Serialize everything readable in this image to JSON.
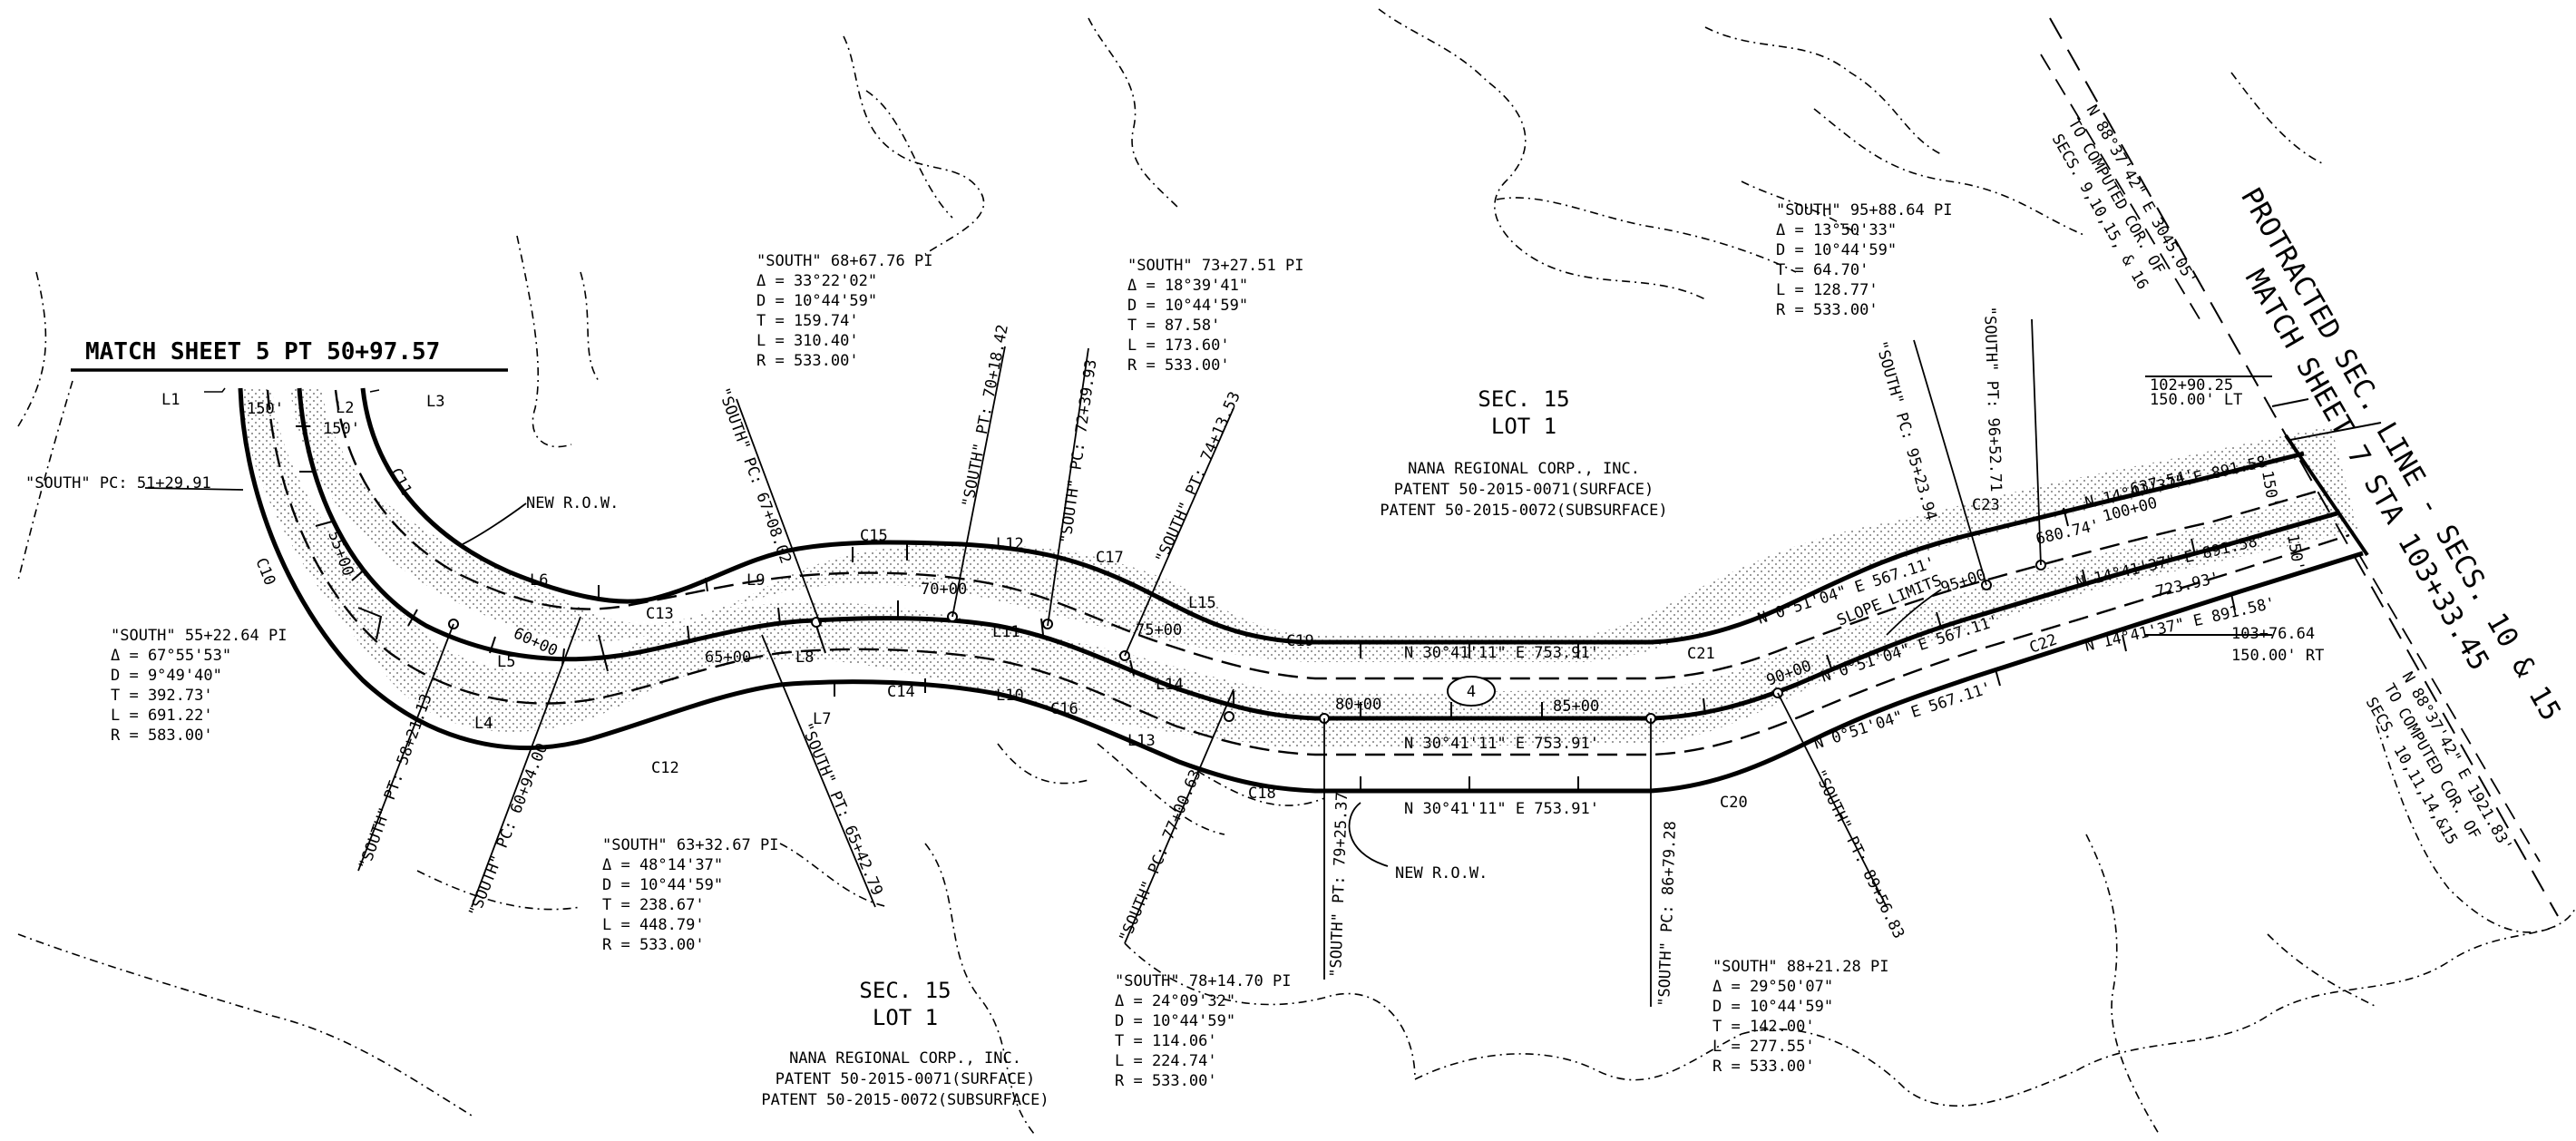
{
  "header": {
    "match_left": "MATCH SHEET 5 PT 50+97.57",
    "match_right": "MATCH SHEET 7 STA 103+33.45",
    "sec_line": "PROTRACTED SEC. LINE - SECS. 10 & 15"
  },
  "sections": [
    {
      "sec": "SEC. 15",
      "lot": "LOT 1",
      "owner": "NANA REGIONAL CORP., INC.",
      "patent1": "PATENT 50-2015-0071(SURFACE)",
      "patent2": "PATENT 50-2015-0072(SUBSURFACE)"
    },
    {
      "sec": "SEC. 15",
      "lot": "LOT 1",
      "owner": "NANA REGIONAL CORP., INC.",
      "patent1": "PATENT 50-2015-0071(SURFACE)",
      "patent2": "PATENT 50-2015-0072(SUBSURFACE)"
    }
  ],
  "curve_tables": [
    {
      "pi": "\"SOUTH\" 55+22.64 PI",
      "delta": "Δ = 67°55'53\"",
      "d": "D = 9°49'40\"",
      "t": "T = 392.73'",
      "l": "L = 691.22'",
      "r": "R = 583.00'"
    },
    {
      "pi": "\"SOUTH\" 68+67.76 PI",
      "delta": "Δ = 33°22'02\"",
      "d": "D = 10°44'59\"",
      "t": "T = 159.74'",
      "l": "L = 310.40'",
      "r": "R = 533.00'"
    },
    {
      "pi": "\"SOUTH\" 73+27.51 PI",
      "delta": "Δ = 18°39'41\"",
      "d": "D = 10°44'59\"",
      "t": "T = 87.58'",
      "l": "L = 173.60'",
      "r": "R = 533.00'"
    },
    {
      "pi": "\"SOUTH\" 95+88.64 PI",
      "delta": "Δ = 13°50'33\"",
      "d": "D = 10°44'59\"",
      "t": "T = 64.70'",
      "l": "L = 128.77'",
      "r": "R = 533.00'"
    },
    {
      "pi": "\"SOUTH\" 63+32.67 PI",
      "delta": "Δ = 48°14'37\"",
      "d": "D = 10°44'59\"",
      "t": "T = 238.67'",
      "l": "L = 448.79'",
      "r": "R = 533.00'"
    },
    {
      "pi": "\"SOUTH\" 78+14.70 PI",
      "delta": "Δ = 24°09'32\"",
      "d": "D = 10°44'59\"",
      "t": "T = 114.06'",
      "l": "L = 224.74'",
      "r": "R = 533.00'"
    },
    {
      "pi": "\"SOUTH\" 88+21.28 PI",
      "delta": "Δ = 29°50'07\"",
      "d": "D = 10°44'59\"",
      "t": "T = 142.00'",
      "l": "L = 277.55'",
      "r": "R = 533.00'"
    }
  ],
  "point_labels": [
    "\"SOUTH\" PC: 51+29.91",
    "\"SOUTH\" PC: 67+08.02",
    "\"SOUTH\" PT: 70+18.42",
    "\"SOUTH\" PC: 72+39.93",
    "\"SOUTH\" PT: 74+13.53",
    "\"SOUTH\" PC: 95+23.94",
    "\"SOUTH\" PT: 96+52.71",
    "\"SOUTH\" PT: 58+21.13",
    "\"SOUTH\" PC: 60+94.00",
    "\"SOUTH\" PT: 65+42.79",
    "\"SOUTH\" PC: 77+00.63",
    "\"SOUTH\" PT: 79+25.37",
    "\"SOUTH\" PC: 86+79.28",
    "\"SOUTH\" PT: 89+56.83"
  ],
  "stations": [
    "55+00",
    "60+00",
    "65+00",
    "70+00",
    "75+00",
    "80+00",
    "85+00",
    "90+00",
    "95+00",
    "100+00"
  ],
  "curve_ids": [
    "C10",
    "C11",
    "C12",
    "C13",
    "C14",
    "C15",
    "C16",
    "C17",
    "C18",
    "C19",
    "C20",
    "C21",
    "C22",
    "C23"
  ],
  "line_ids": [
    "L1",
    "L2",
    "L3",
    "L4",
    "L5",
    "L6",
    "L7",
    "L8",
    "L9",
    "L10",
    "L11",
    "L12",
    "L13",
    "L14",
    "L15"
  ],
  "bearings": [
    "N 30°41'11\" E 753.91'",
    "N 30°41'11\" E 753.91'",
    "N 30°41'11\" E 753.91'",
    "N 0°51'04\" E 567.11'",
    "N 0°51'04\" E 567.11'",
    "N 0°51'04\" E 567.11'",
    "N 14°41'37\" E 891.58'",
    "N 14°41'37\" E 891.58'",
    "N 14°41'37\" E 891.58'"
  ],
  "distances": [
    "637.54'",
    "680.74'",
    "723.93'"
  ],
  "row_labels": [
    "NEW R.O.W.",
    "NEW R.O.W.",
    "SLOPE LIMITS"
  ],
  "widths": [
    "150'",
    "150'",
    "150'",
    "150'"
  ],
  "end_stations": {
    "lt_sta": "102+90.25",
    "lt_off": "150.00' LT",
    "rt_sta": "103+76.64",
    "rt_off": "150.00' RT"
  },
  "corner_notes": {
    "top": [
      "N 88°37'42\" E 3045.05'",
      "TO COMPUTED COR. OF",
      "SECS. 9,10,15, & 16"
    ],
    "bottom": [
      "N 88°37'42\" E 1921.83'",
      "TO COMPUTED COR. OF",
      "SECS. 10,11,14,&15"
    ]
  },
  "sheet_number": "4"
}
